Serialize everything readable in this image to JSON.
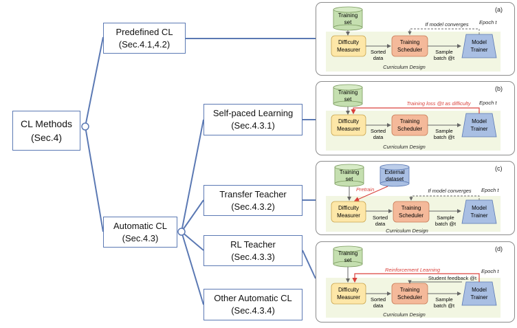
{
  "tree": {
    "root": {
      "line1": "CL Methods",
      "line2": "(Sec.4)"
    },
    "predefined": {
      "line1": "Predefined CL",
      "line2": "(Sec.4.1,4.2)"
    },
    "automatic": {
      "line1": "Automatic CL",
      "line2": "(Sec.4.3)"
    },
    "self_paced": {
      "line1": "Self-paced Learning",
      "line2": "(Sec.4.3.1)"
    },
    "transfer": {
      "line1": "Transfer Teacher",
      "line2": "(Sec.4.3.2)"
    },
    "rl": {
      "line1": "RL Teacher",
      "line2": "(Sec.4.3.3)"
    },
    "other": {
      "line1": "Other Automatic CL",
      "line2": "(Sec.4.3.4)"
    }
  },
  "panels": [
    {
      "label": "(a)",
      "training_set": [
        "Training",
        "set"
      ],
      "difficulty_measurer": [
        "Difficulty",
        "Measurer"
      ],
      "training_scheduler": [
        "Training",
        "Scheduler"
      ],
      "model_trainer": [
        "Model",
        "Trainer"
      ],
      "sorted_data": [
        "Sorted",
        "data"
      ],
      "sample_batch": [
        "Sample",
        "batch @t"
      ],
      "curriculum_design": "Curriculum Design",
      "epoch": "Epoch t",
      "feedback": "If model converges"
    },
    {
      "label": "(b)",
      "training_set": [
        "Training",
        "set"
      ],
      "difficulty_measurer": [
        "Difficulty",
        "Measurer"
      ],
      "training_scheduler": [
        "Training",
        "Scheduler"
      ],
      "model_trainer": [
        "Model",
        "Trainer"
      ],
      "sorted_data": [
        "Sorted",
        "data"
      ],
      "sample_batch": [
        "Sample",
        "batch @t"
      ],
      "curriculum_design": "Curriculum Design",
      "epoch": "Epoch t",
      "feedback": "Training loss @t as difficulty"
    },
    {
      "label": "(c)",
      "training_set": [
        "Training",
        "set"
      ],
      "external_dataset": [
        "External",
        "dataset"
      ],
      "pretrain": "Pretrain",
      "difficulty_measurer": [
        "Difficulty",
        "Measurer"
      ],
      "training_scheduler": [
        "Training",
        "Scheduler"
      ],
      "model_trainer": [
        "Model",
        "Trainer"
      ],
      "sorted_data": [
        "Sorted",
        "data"
      ],
      "sample_batch": [
        "Sample",
        "batch @t"
      ],
      "curriculum_design": "Curriculum Design",
      "epoch": "Epoch t",
      "feedback": "If model converges"
    },
    {
      "label": "(d)",
      "training_set": [
        "Training",
        "set"
      ],
      "difficulty_measurer": [
        "Difficulty",
        "Measurer"
      ],
      "training_scheduler": [
        "Training",
        "Scheduler"
      ],
      "model_trainer": [
        "Model",
        "Trainer"
      ],
      "sorted_data": [
        "Sorted",
        "data"
      ],
      "sample_batch": [
        "Sample",
        "batch @t"
      ],
      "curriculum_design": "Curriculum Design",
      "epoch": "Epoch t",
      "feedback": "Reinforcement Learning",
      "student_feedback": "Student feedback @t"
    }
  ],
  "colors": {
    "tree_line": "#5a78b3",
    "green": "#c5dfb0",
    "yellow": "#fde7a8",
    "orange": "#f4b99a",
    "blue": "#a9bfe3",
    "red_arrow": "#d9413b",
    "shade": "#f2f6e2"
  }
}
